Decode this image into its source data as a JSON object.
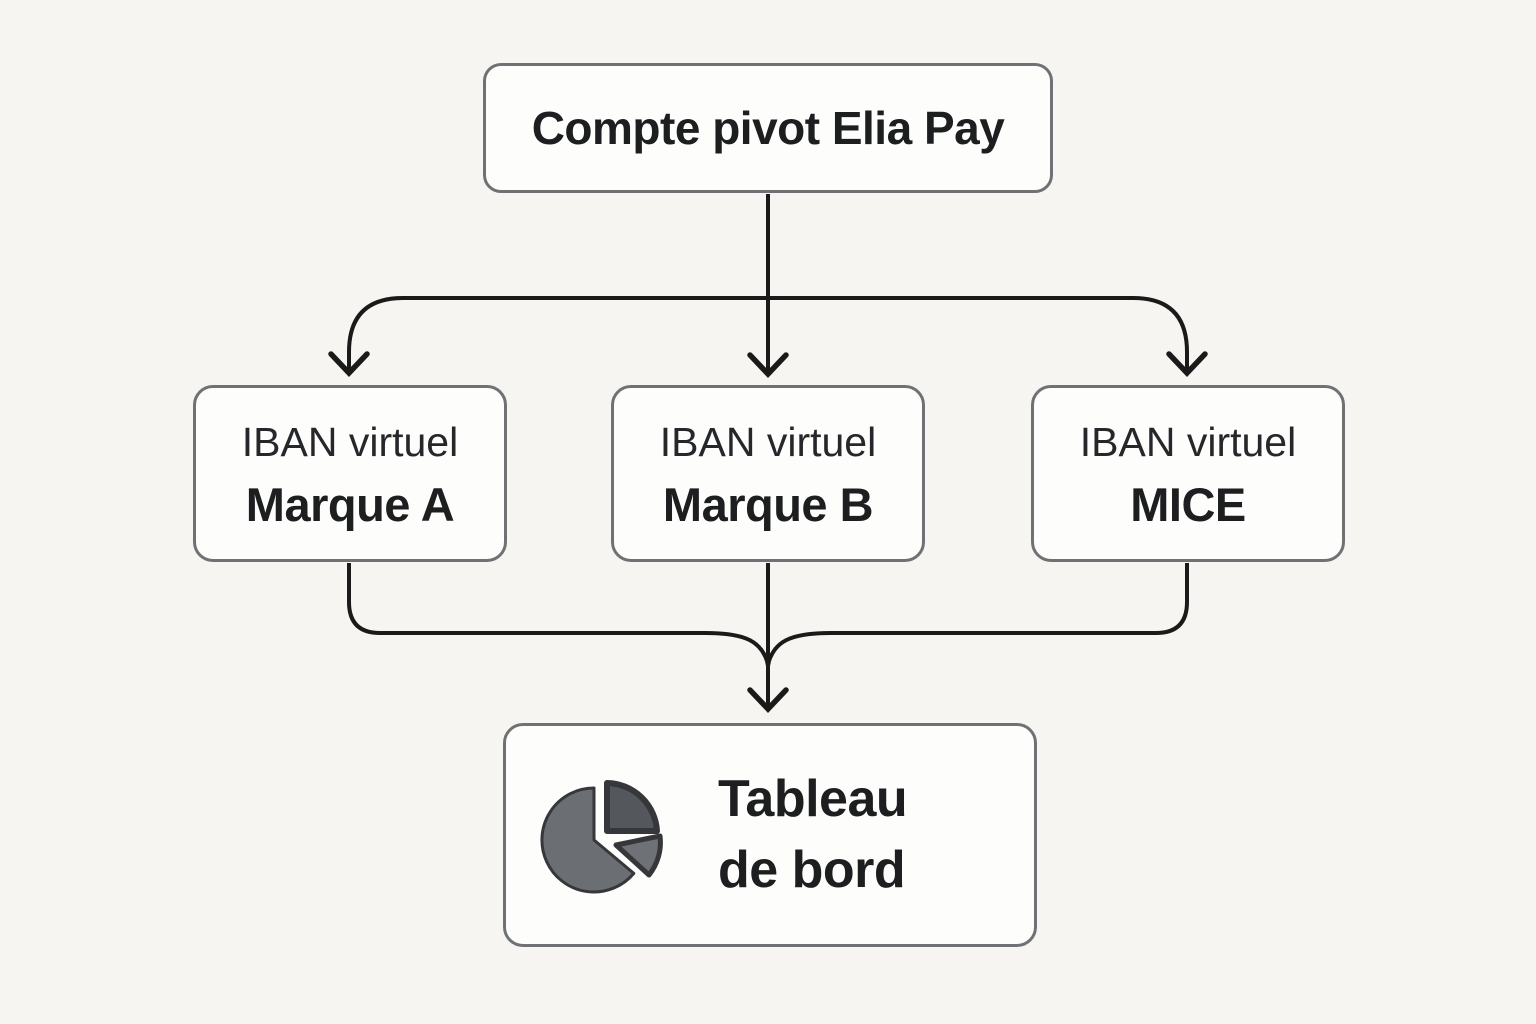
{
  "diagram": {
    "title_box": {
      "label": "Compte pivot Elia Pay"
    },
    "branch_boxes": [
      {
        "line1": "IBAN virtuel",
        "line2": "Marque A"
      },
      {
        "line1": "IBAN virtuel",
        "line2": "Marque B"
      },
      {
        "line1": "IBAN virtuel",
        "line2": "MICE"
      }
    ],
    "sink_box": {
      "line1": "Tableau",
      "line2": "de bord",
      "icon": "pie-chart-icon"
    },
    "colors": {
      "background": "#f6f5f2",
      "box_fill": "#fdfdfc",
      "box_border": "#707175",
      "connector": "#1a1a1a",
      "text": "#1d1e20",
      "pie_main": "#6b6e72",
      "pie_quarter": "#54575b",
      "pie_wedge": "#6e7175",
      "pie_outline": "#35373a"
    }
  }
}
